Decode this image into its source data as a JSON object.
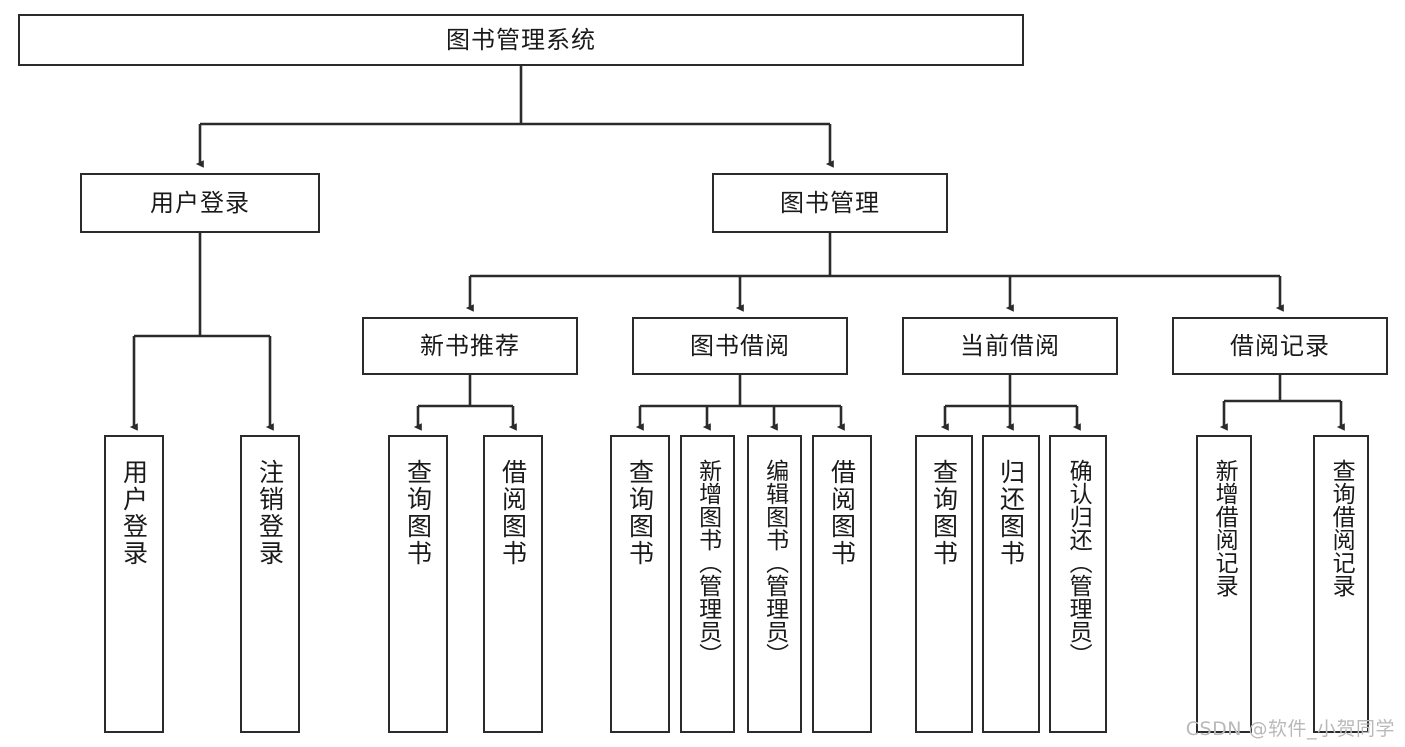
{
  "diagram": {
    "type": "tree",
    "title": "图书管理系统",
    "watermark": "CSDN @软件_小贺同学",
    "colors": {
      "box_border": "#2b2b2b",
      "box_fill": "#ffffff",
      "edge": "#2b2b2b",
      "text": "#1a1a1a",
      "watermark": "#b9b9b9"
    },
    "root": {
      "label": "图书管理系统"
    },
    "level2": [
      {
        "label": "用户登录"
      },
      {
        "label": "图书管理"
      }
    ],
    "level3": [
      {
        "label": "新书推荐"
      },
      {
        "label": "图书借阅"
      },
      {
        "label": "当前借阅"
      },
      {
        "label": "借阅记录"
      }
    ],
    "leaves": {
      "user_login": [
        {
          "label": "用户登录"
        },
        {
          "label": "注销登录"
        }
      ],
      "new_book": [
        {
          "label": "查询图书"
        },
        {
          "label": "借阅图书"
        }
      ],
      "book_borrow": [
        {
          "label": "查询图书"
        },
        {
          "label": "新增图书（管理员）"
        },
        {
          "label": "编辑图书（管理员）"
        },
        {
          "label": "借阅图书"
        }
      ],
      "current_borrow": [
        {
          "label": "查询图书"
        },
        {
          "label": "归还图书"
        },
        {
          "label": "确认归还（管理员）"
        }
      ],
      "borrow_record": [
        {
          "label": "新增借阅记录"
        },
        {
          "label": "查询借阅记录"
        }
      ]
    }
  }
}
